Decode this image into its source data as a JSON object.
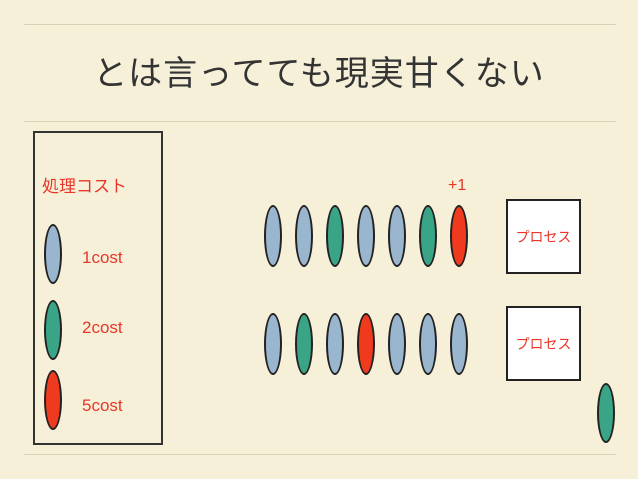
{
  "slide": {
    "title": "とは言ってても現実甘くない"
  },
  "legend": {
    "title": "処理コスト",
    "items": [
      {
        "label": "1cost",
        "color": "#9ab6cf"
      },
      {
        "label": "2cost",
        "color": "#3aa586"
      },
      {
        "label": "5cost",
        "color": "#ef3a1d"
      }
    ]
  },
  "queues": [
    {
      "tokens": [
        "1cost",
        "1cost",
        "2cost",
        "1cost",
        "1cost",
        "2cost",
        "5cost"
      ],
      "increment_label": "+1",
      "process_label": "プロセス"
    },
    {
      "tokens": [
        "1cost",
        "2cost",
        "1cost",
        "5cost",
        "1cost",
        "1cost",
        "1cost"
      ],
      "process_label": "プロセス"
    }
  ],
  "incoming_token": "2cost",
  "colors": {
    "background": "#f7f0d9",
    "accent_text": "#e8372a",
    "cost1": "#9ab6cf",
    "cost2": "#3aa586",
    "cost5": "#ef3a1d"
  }
}
